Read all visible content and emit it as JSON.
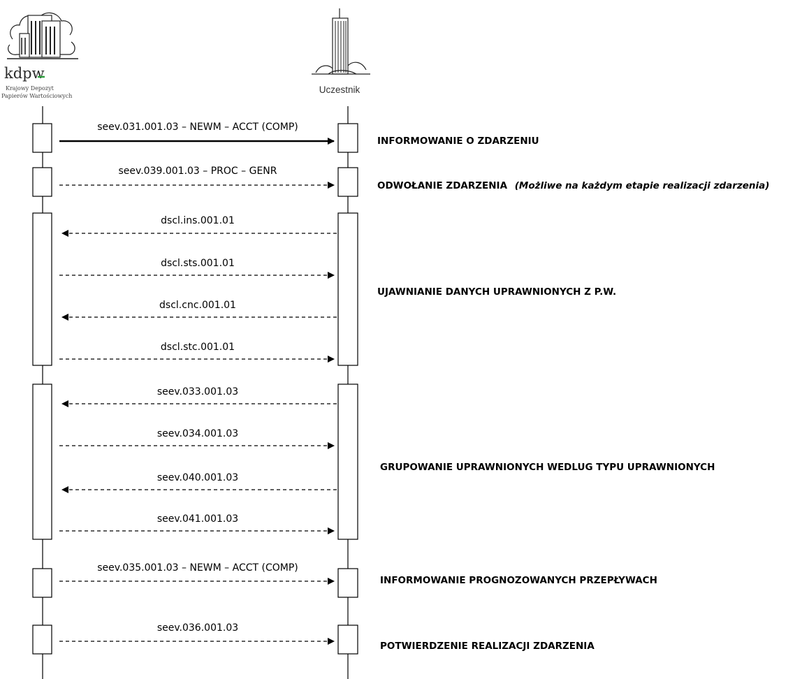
{
  "actors": {
    "left": {
      "logo_word": "kdpw",
      "logo_sub_line1": "Krajowy Depozyt",
      "logo_sub_line2": "Papierów Wartościowych",
      "icon": "kdpw-building-logo"
    },
    "right": {
      "name": "Uczestnik",
      "icon": "skyscraper-icon"
    }
  },
  "messages": [
    {
      "label": "seev.031.001.03 – NEWM – ACCT (COMP)",
      "direction": "right",
      "style": "solid"
    },
    {
      "label": "seev.039.001.03 – PROC – GENR",
      "direction": "right",
      "style": "dashed"
    },
    {
      "label": "dscl.ins.001.01",
      "direction": "left",
      "style": "dashed"
    },
    {
      "label": "dscl.sts.001.01",
      "direction": "right",
      "style": "dashed"
    },
    {
      "label": "dscl.cnc.001.01",
      "direction": "left",
      "style": "dashed"
    },
    {
      "label": "dscl.stc.001.01",
      "direction": "right",
      "style": "dashed"
    },
    {
      "label": "seev.033.001.03",
      "direction": "left",
      "style": "dashed"
    },
    {
      "label": "seev.034.001.03",
      "direction": "right",
      "style": "dashed"
    },
    {
      "label": "seev.040.001.03",
      "direction": "left",
      "style": "dashed"
    },
    {
      "label": "seev.041.001.03",
      "direction": "right",
      "style": "dashed"
    },
    {
      "label": "seev.035.001.03 – NEWM – ACCT (COMP)",
      "direction": "right",
      "style": "dashed"
    },
    {
      "label": "seev.036.001.03",
      "direction": "right",
      "style": "dashed"
    }
  ],
  "phases": [
    {
      "title": "INFORMOWANIE O ZDARZENIU",
      "note": ""
    },
    {
      "title": "ODWOŁANIE ZDARZENIA",
      "note": "(Możliwe na każdym etapie realizacji zdarzenia)"
    },
    {
      "title": "UJAWNIANIE DANYCH UPRAWNIONYCH Z P.W.",
      "note": ""
    },
    {
      "title": "GRUPOWANIE UPRAWNIONYCH WEDLUG TYPU UPRAWNIONYCH",
      "note": ""
    },
    {
      "title": "INFORMOWANIE PROGNOZOWANYCH PRZEPŁYWACH",
      "note": ""
    },
    {
      "title": "POTWIERDZENIE REALIZACJI ZDARZENIA",
      "note": ""
    }
  ],
  "colors": {
    "line": "#000000",
    "logo_accent": "#2e9e3e"
  }
}
